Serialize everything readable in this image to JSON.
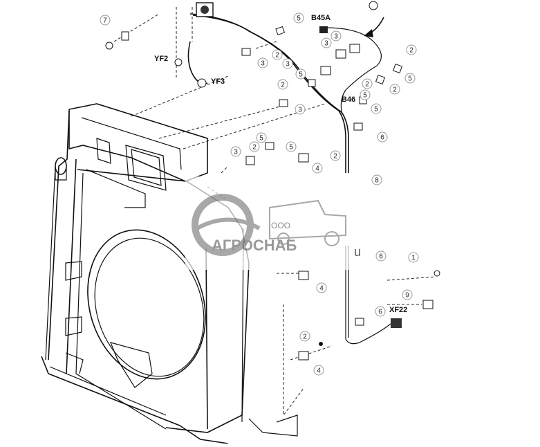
{
  "callouts": [
    "7",
    "5",
    "3",
    "2",
    "3",
    "3",
    "2",
    "5",
    "3",
    "2",
    "5",
    "2",
    "2",
    "5",
    "3",
    "5",
    "6",
    "5",
    "3",
    "2",
    "5",
    "4",
    "2",
    "8",
    "6",
    "1",
    "4",
    "9",
    "6",
    "2",
    "4"
  ],
  "labels": {
    "b45a": "B45A",
    "b46": "B46",
    "yf2": "YF2",
    "yf3": "YF3",
    "xf22": "XF22"
  },
  "watermark": {
    "ooo": "ООО",
    "brand": "АГРОСНАБ",
    "suffix": "u"
  },
  "colors": {
    "line": "#111111",
    "watermark": "#9a9a9a",
    "callout_fill": "#ffffff"
  }
}
